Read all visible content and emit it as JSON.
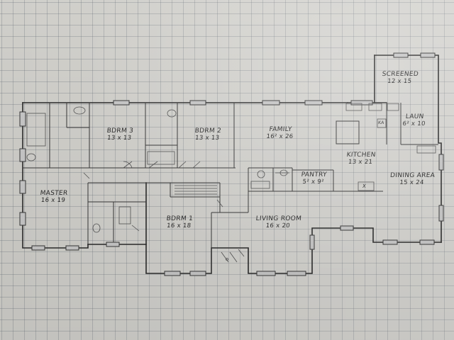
{
  "rooms": {
    "screened": {
      "name": "SCREENED",
      "dims": "12 x 15"
    },
    "bdrm3": {
      "name": "BDRM 3",
      "dims": "13 x 13"
    },
    "bdrm2": {
      "name": "BDRM 2",
      "dims": "13 x 13"
    },
    "family": {
      "name": "FAMILY",
      "dims": "16² x 26"
    },
    "laun": {
      "name": "LAUN",
      "dims": "6² x 10"
    },
    "kitchen": {
      "name": "KITCHEN",
      "dims": "13 x 21"
    },
    "pantry": {
      "name": "PANTRY",
      "dims": "5² x 9²"
    },
    "dining": {
      "name": "DINING AREA",
      "dims": "15 x 24"
    },
    "master": {
      "name": "MASTER",
      "dims": "16 x 19"
    },
    "bdrm1": {
      "name": "BDRM 1",
      "dims": "16 x 18"
    },
    "living": {
      "name": "LIVING ROOM",
      "dims": "16 x 20"
    }
  },
  "fixtures": {
    "range_label": "KA",
    "sink_label": "X"
  }
}
